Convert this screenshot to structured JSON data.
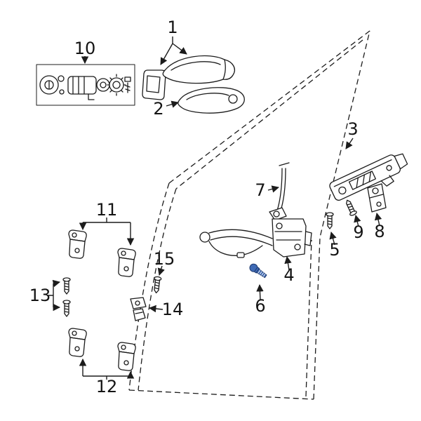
{
  "figure": {
    "background": "#ffffff",
    "line_color": "#1c1c1c",
    "highlight_fill": "#3f6ab5",
    "highlight_stroke": "#1e3a6e",
    "callouts": [
      {
        "text": "1"
      },
      {
        "text": "2"
      },
      {
        "text": "3"
      },
      {
        "text": "4"
      },
      {
        "text": "5"
      },
      {
        "text": "6"
      },
      {
        "text": "7"
      },
      {
        "text": "8"
      },
      {
        "text": "9"
      },
      {
        "text": "10"
      },
      {
        "text": "11"
      },
      {
        "text": "12"
      },
      {
        "text": "13"
      },
      {
        "text": "14"
      },
      {
        "text": "15"
      }
    ]
  }
}
